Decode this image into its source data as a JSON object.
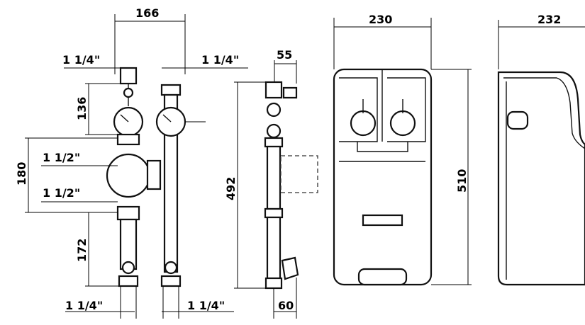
{
  "dimensions": {
    "top_width": "166",
    "pipe_top_left": "1 1/4\"",
    "pipe_top_right": "1 1/4\"",
    "pipe_bottom_left": "1 1/4\"",
    "pipe_bottom_right": "1 1/4\"",
    "upper_height": "136",
    "pump_height": "180",
    "pump_in": "1 1/2\"",
    "pump_out": "1 1/2\"",
    "lower_height": "172",
    "total_height": "492",
    "side_top_offset": "55",
    "side_bottom_offset": "60",
    "cover_width": "230",
    "cover_height": "510",
    "cover_depth": "232"
  }
}
